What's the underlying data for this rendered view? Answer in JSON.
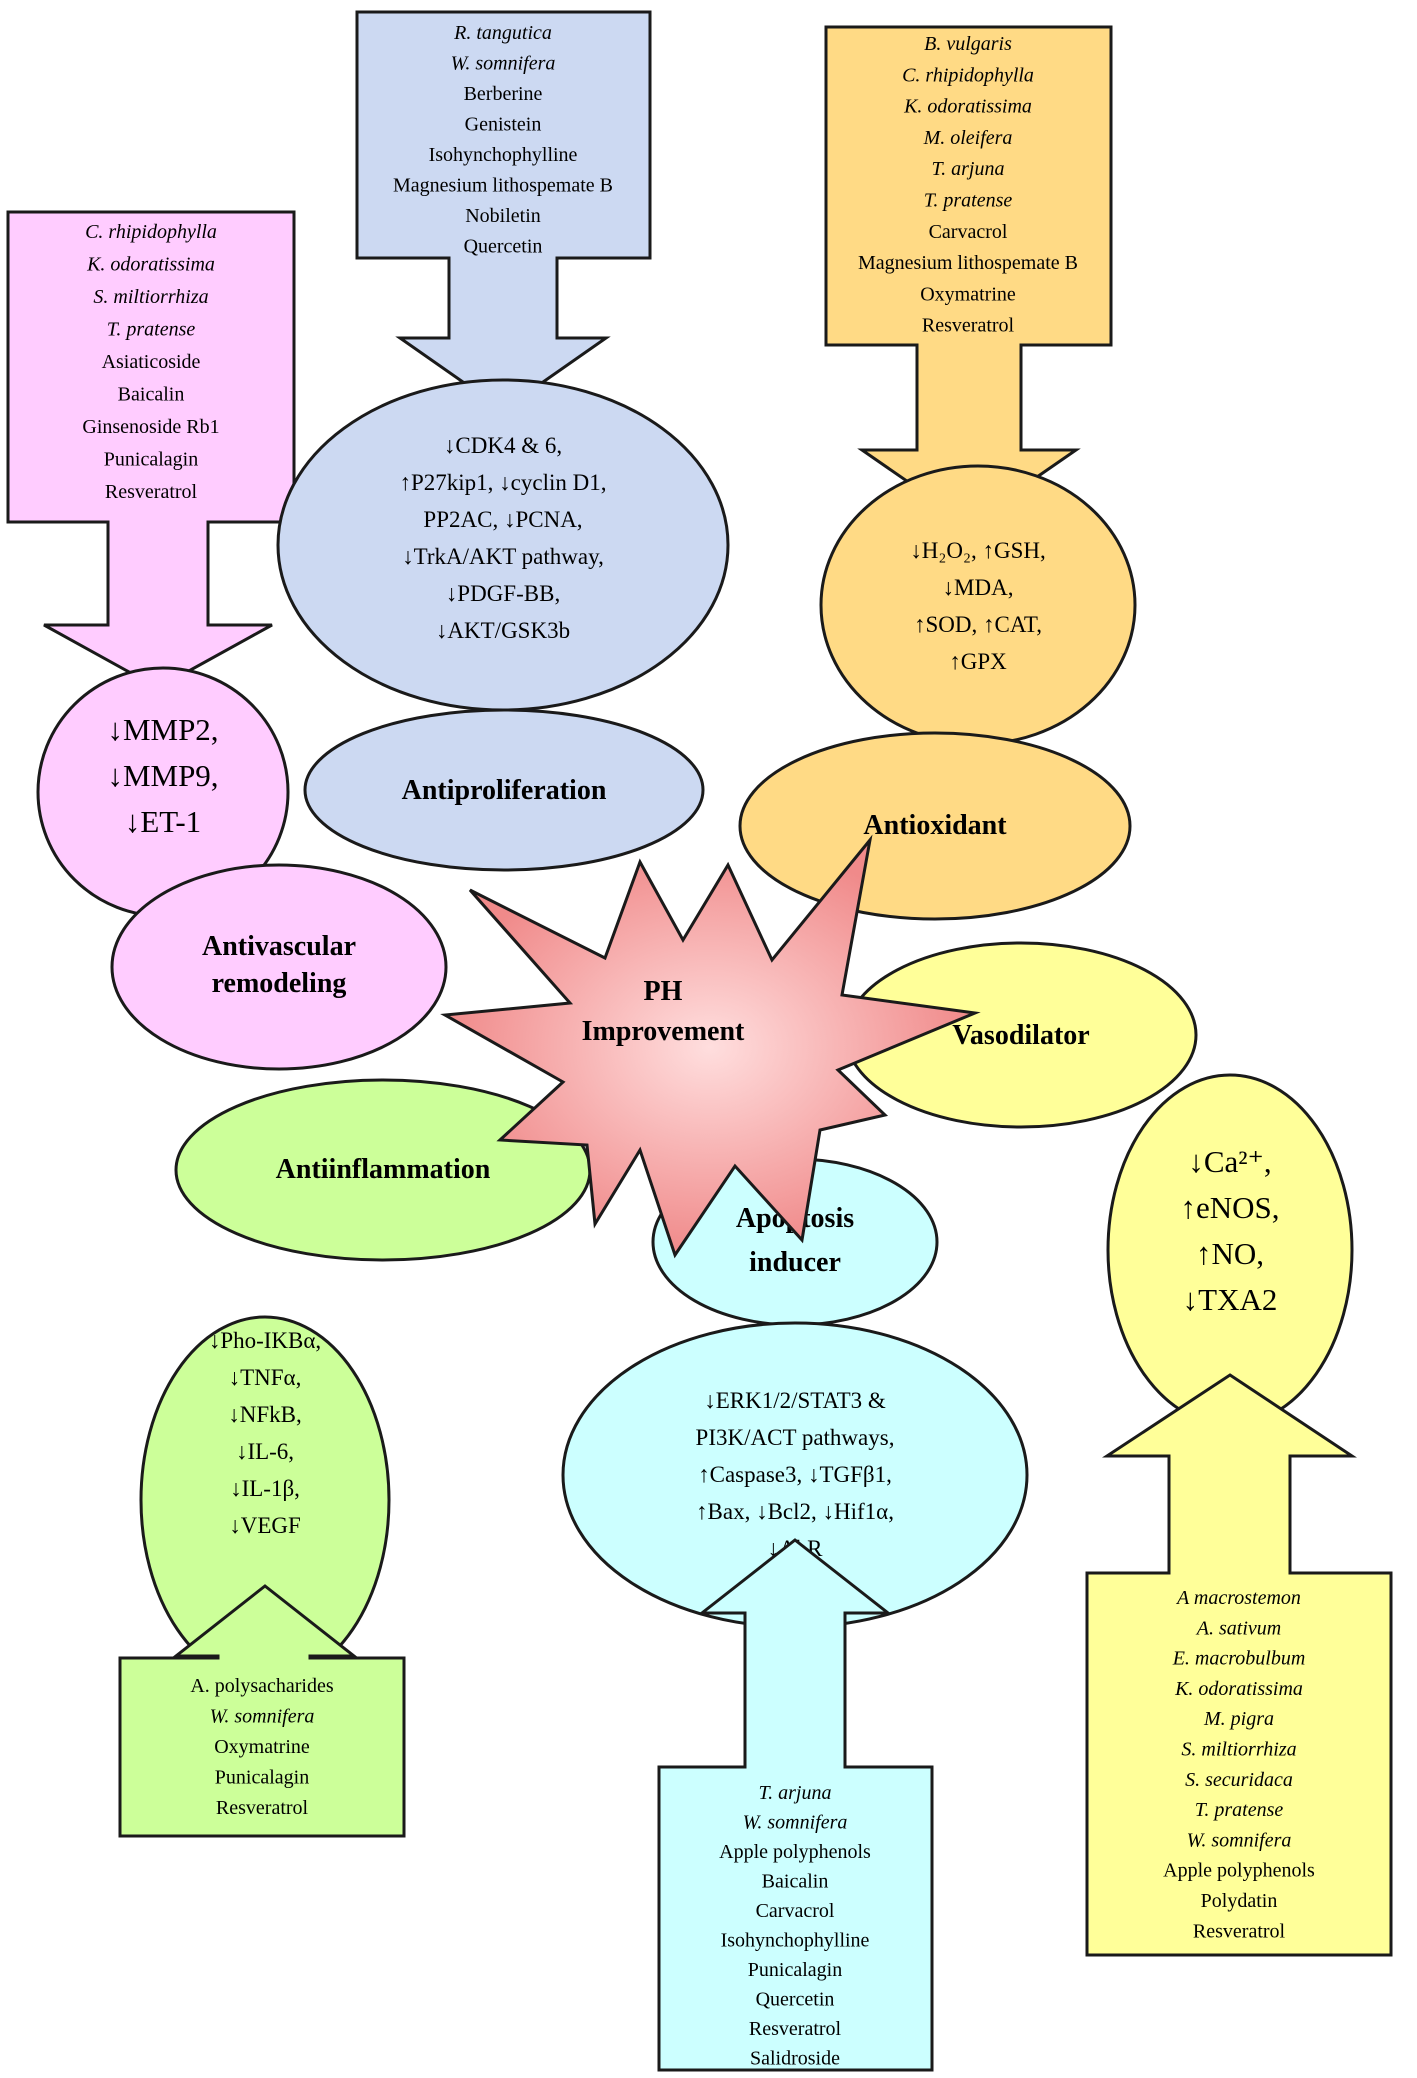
{
  "center": {
    "lines": [
      "PH",
      "Improvement"
    ]
  },
  "branches": [
    {
      "id": "antivascular",
      "category": [
        "Antivascular",
        "remodeling"
      ],
      "effects": [
        "↓MMP2,",
        "↓MMP9,",
        "↓ET-1"
      ],
      "agents": [
        {
          "t": "C. rhipidophylla",
          "i": true
        },
        {
          "t": "K. odoratissima",
          "i": true
        },
        {
          "t": "S. miltiorrhiza",
          "i": true
        },
        {
          "t": "T. pratense",
          "i": true
        },
        {
          "t": "Asiaticoside",
          "i": false
        },
        {
          "t": "Baicalin",
          "i": false
        },
        {
          "t": "Ginsenoside Rb1",
          "i": false
        },
        {
          "t": "Punicalagin",
          "i": false
        },
        {
          "t": "Resveratrol",
          "i": false
        }
      ]
    },
    {
      "id": "antiproliferation",
      "category": [
        "Antiproliferation"
      ],
      "effects": [
        "↓CDK4 & 6,",
        "↑P27kip1, ↓cyclin D1,",
        "PP2AC, ↓PCNA,",
        "↓TrkA/AKT pathway,",
        "↓PDGF-BB,",
        "↓AKT/GSK3b"
      ],
      "agents": [
        {
          "t": "R. tangutica",
          "i": true
        },
        {
          "t": "W. somnifera",
          "i": true
        },
        {
          "t": "Berberine",
          "i": false
        },
        {
          "t": "Genistein",
          "i": false
        },
        {
          "t": "Isohynchophylline",
          "i": false
        },
        {
          "t": "Magnesium lithospemate B",
          "i": false
        },
        {
          "t": "Nobiletin",
          "i": false
        },
        {
          "t": "Quercetin",
          "i": false
        }
      ]
    },
    {
      "id": "antioxidant",
      "category": [
        "Antioxidant"
      ],
      "effects": [
        "↓H₂O₂, ↑GSH,",
        "↓MDA,",
        "↑SOD, ↑CAT,",
        "↑GPX"
      ],
      "agents": [
        {
          "t": "B. vulgaris",
          "i": true
        },
        {
          "t": "C. rhipidophylla",
          "i": true
        },
        {
          "t": "K. odoratissima",
          "i": true
        },
        {
          "t": "M. oleifera",
          "i": true
        },
        {
          "t": "T. arjuna",
          "i": true
        },
        {
          "t": "T. pratense",
          "i": true
        },
        {
          "t": "Carvacrol",
          "i": false
        },
        {
          "t": "Magnesium lithospemate B",
          "i": false
        },
        {
          "t": "Oxymatrine",
          "i": false
        },
        {
          "t": "Resveratrol",
          "i": false
        }
      ]
    },
    {
      "id": "vasodilator",
      "category": [
        "Vasodilator"
      ],
      "effects": [
        "↓Ca²⁺,",
        "↑eNOS,",
        "↑NO,",
        "↓TXA2"
      ],
      "agents": [
        {
          "t": "A macrostemon",
          "i": true
        },
        {
          "t": "A. sativum",
          "i": true
        },
        {
          "t": "E. macrobulbum",
          "i": true
        },
        {
          "t": "K. odoratissima",
          "i": true
        },
        {
          "t": "M. pigra",
          "i": true
        },
        {
          "t": "S. miltiorrhiza",
          "i": true
        },
        {
          "t": "S. securidaca",
          "i": true
        },
        {
          "t": "T. pratense",
          "i": true
        },
        {
          "t": "W. somnifera",
          "i": true
        },
        {
          "t": "Apple polyphenols",
          "i": false
        },
        {
          "t": "Polydatin",
          "i": false
        },
        {
          "t": "Resveratrol",
          "i": false
        }
      ]
    },
    {
      "id": "antiinflammation",
      "category": [
        "Antiinflammation"
      ],
      "effects": [
        "↓Pho-IKBα,",
        "↓TNFα,",
        "↓NFkB,",
        "↓IL-6,",
        "↓IL-1β,",
        "↓VEGF"
      ],
      "agents": [
        {
          "t": "A. polysacharides",
          "i": false
        },
        {
          "t": "W. somnifera",
          "i": true
        },
        {
          "t": "Oxymatrine",
          "i": false
        },
        {
          "t": "Punicalagin",
          "i": false
        },
        {
          "t": "Resveratrol",
          "i": false
        }
      ]
    },
    {
      "id": "apoptosis",
      "category": [
        "Apoptosis",
        "inducer"
      ],
      "effects": [
        "↓ERK1/2/STAT3 &",
        "PI3K/ACT pathways,",
        "↑Caspase3, ↓TGFβ1,",
        "↑Bax, ↓Bcl2, ↓Hif1α,",
        "↓AhR"
      ],
      "agents": [
        {
          "t": "T. arjuna",
          "i": true
        },
        {
          "t": "W. somnifera",
          "i": true
        },
        {
          "t": "Apple polyphenols",
          "i": false
        },
        {
          "t": "Baicalin",
          "i": false
        },
        {
          "t": "Carvacrol",
          "i": false
        },
        {
          "t": "Isohynchophylline",
          "i": false
        },
        {
          "t": "Punicalagin",
          "i": false
        },
        {
          "t": "Quercetin",
          "i": false
        },
        {
          "t": "Resveratrol",
          "i": false
        },
        {
          "t": "Salidroside",
          "i": false
        }
      ]
    }
  ],
  "colors": {
    "pink": "#FFCCFF",
    "blue": "#CCD9F2",
    "orange": "#FFDA85",
    "yellow": "#FFFF99",
    "green": "#CCFF99",
    "cyan": "#CCFFFF",
    "star_edge": "#F08A8A",
    "star_center": "#FFDEDE",
    "stroke": "#1A1A1A"
  }
}
